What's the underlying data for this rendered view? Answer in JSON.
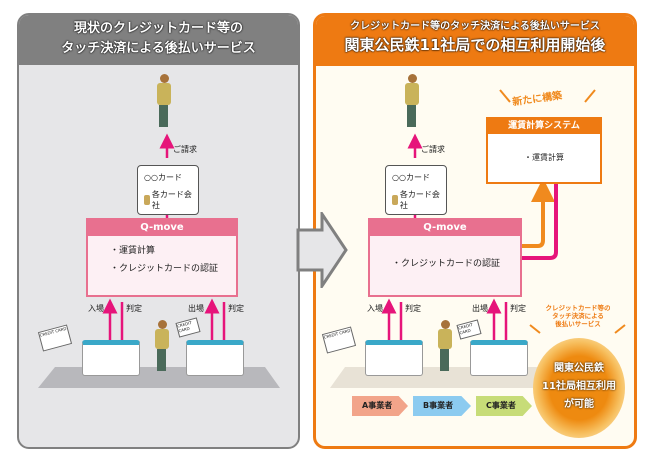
{
  "left_panel": {
    "title_line1": "現状のクレジットカード等の",
    "title_line2": "タッチ決済による後払いサービス",
    "billing_label": "ご請求",
    "card_box": {
      "brand": "○○カード",
      "company": "各カード会社"
    },
    "qmove": {
      "title": "Q-move",
      "items": [
        "・運賃計算",
        "・クレジットカードの認証"
      ]
    },
    "labels": {
      "entry": "入場",
      "judge1": "判定",
      "exit": "出場",
      "judge2": "判定"
    }
  },
  "right_panel": {
    "title_line1": "クレジットカード等のタッチ決済による後払いサービス",
    "title_line2": "関東公民鉄11社局での相互利用開始後",
    "billing_label": "ご請求",
    "card_box": {
      "brand": "○○カード",
      "company": "各カード会社"
    },
    "new_build": "新たに構築",
    "system": {
      "title": "運賃計算システム",
      "item": "・運賃計算"
    },
    "qmove": {
      "title": "Q-move",
      "item": "・クレジットカードの認証"
    },
    "labels": {
      "entry": "入場",
      "judge1": "判定",
      "exit": "出場",
      "judge2": "判定"
    },
    "bubble_caption": [
      "クレジットカード等の",
      "タッチ決済による",
      "後払いサービス"
    ],
    "bubble": [
      "関東公民鉄",
      "11社局相互利用",
      "が可能"
    ],
    "operators": [
      "A事業者",
      "B事業者",
      "C事業者"
    ]
  },
  "card_text": "CREDIT CARD",
  "colors": {
    "gray_header": "#808080",
    "orange": "#ee7a12",
    "pink": "#e6147a",
    "qmove": "#e8708f"
  }
}
